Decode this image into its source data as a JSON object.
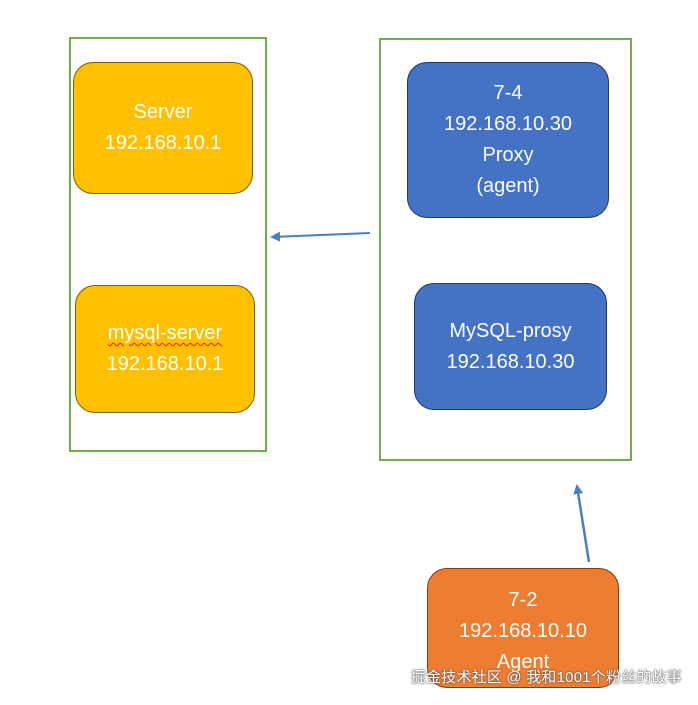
{
  "left_group": {
    "server_node": {
      "lines": [
        "Server",
        "192.168.10.1"
      ]
    },
    "mysql_server_node": {
      "name": "mysql-server",
      "ip": "192.168.10.1"
    }
  },
  "right_group": {
    "proxy_node": {
      "lines": [
        "7-4",
        "192.168.10.30",
        "Proxy",
        "(agent)"
      ]
    },
    "mysql_prosy_node": {
      "lines": [
        "MySQL-prosy",
        "192.168.10.30"
      ]
    }
  },
  "agent_node": {
    "lines": [
      "7-2",
      "192.168.10.10",
      "Agent"
    ]
  },
  "watermark": "掘金技术社区 @ 我和1001个粉丝的故事",
  "colors": {
    "group_border": "#70ad47",
    "server_fill": "#ffc000",
    "proxy_fill": "#4472c4",
    "agent_fill": "#ed7d31",
    "arrow": "#4a7fc1"
  }
}
